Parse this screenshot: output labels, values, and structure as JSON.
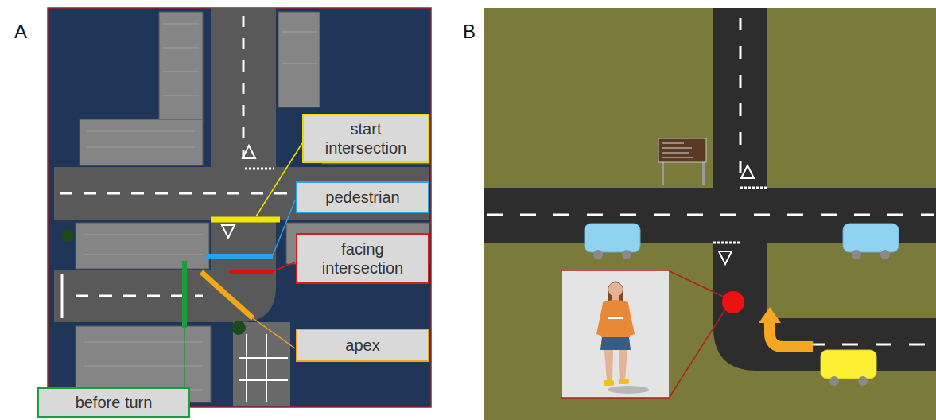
{
  "diagram": {
    "nodes": [
      {
        "text": [
          "start intersection"
        ]
      },
      {
        "text": [
          "pedestrian"
        ]
      },
      {
        "text": [
          "facing intersection"
        ]
      },
      {
        "text": [
          "apex"
        ]
      },
      {
        "text": [
          "before turn"
        ]
      }
    ],
    "labels": [
      "A",
      "B"
    ]
  }
}
